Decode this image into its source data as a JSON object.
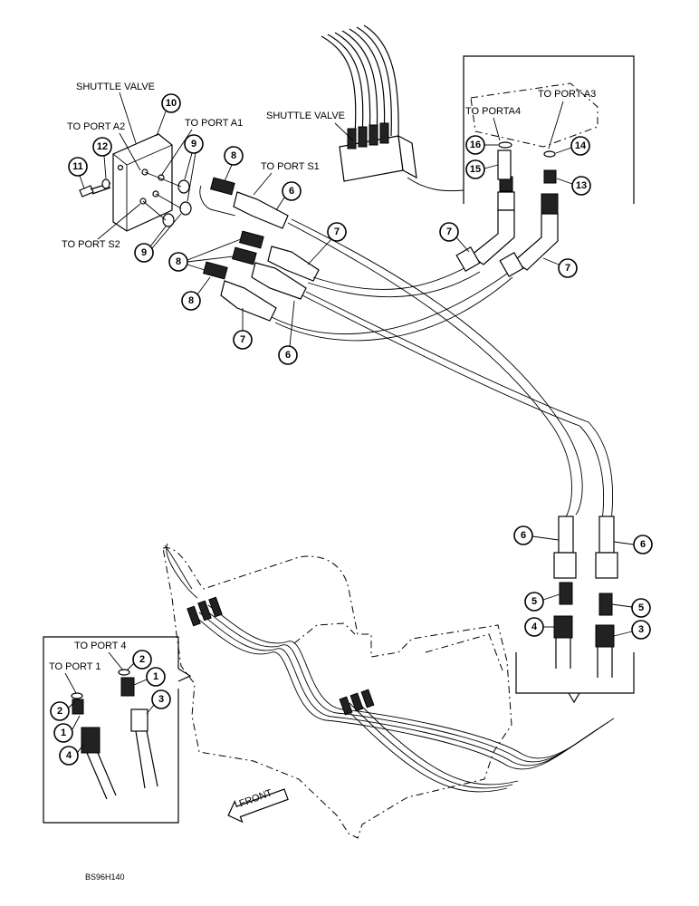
{
  "labels": {
    "shuttle_valve_left": "SHUTTLE VALVE",
    "shuttle_valve_top": "SHUTTLE VALVE",
    "to_port_a2": "TO PORT A2",
    "to_port_a1": "TO PORT A1",
    "to_port_s1": "TO PORT S1",
    "to_port_s2": "TO PORT S2",
    "to_port_a4": "TO PORTA4",
    "to_port_a3": "TO PORT A3",
    "to_port_4": "TO PORT 4",
    "to_port_1": "TO PORT 1",
    "front": "FRONT",
    "figure_code": "BS96H140"
  },
  "callouts": {
    "c10": "10",
    "c11": "11",
    "c12": "12",
    "c9a": "9",
    "c9b": "9",
    "c8a": "8",
    "c8b": "8",
    "c8c": "8",
    "c6a": "6",
    "c6b": "6",
    "c6c": "6",
    "c6d": "6",
    "c7a": "7",
    "c7b": "7",
    "c7c": "7",
    "c7d": "7",
    "c16": "16",
    "c15": "15",
    "c14": "14",
    "c13": "13",
    "c5a": "5",
    "c5b": "5",
    "c4a": "4",
    "c3a": "3",
    "c2a": "2",
    "c2b": "2",
    "c1a": "1",
    "c1b": "1",
    "c3b": "3",
    "c4b": "4"
  }
}
